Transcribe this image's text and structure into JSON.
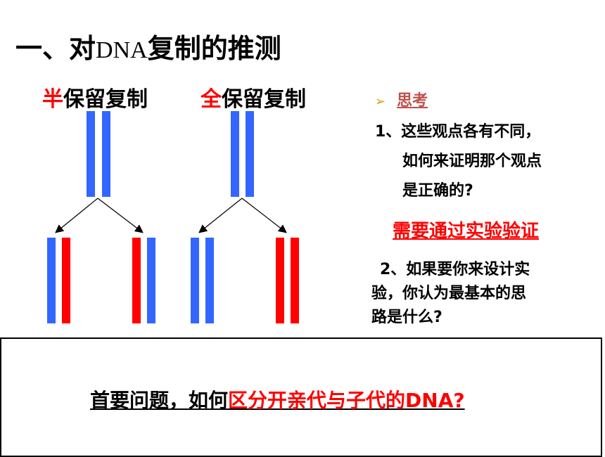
{
  "title": {
    "main": "一、对",
    "dna": "DNA",
    "rest": "复制的推测"
  },
  "models": {
    "semi": {
      "highlight": "半",
      "rest": "保留复制"
    },
    "full": {
      "highlight": "全",
      "rest": "保留复制"
    }
  },
  "think": {
    "marker": "➢",
    "heading": "思考",
    "q1_line1": "1、这些观点各有不同，",
    "q1_line2": "如何来证明那个观点",
    "q1_line3": "是正确的?",
    "answer": "需要通过实验验证",
    "q2_line1": "2、如果要你来设计实",
    "q2_line2": "验，你认为最基本的思",
    "q2_line3": "路是什么?"
  },
  "box": {
    "prefix": "首要问题，如何",
    "highlight": "区分开亲代与子代的DNA?"
  },
  "colors": {
    "parent": "#3366ff",
    "new": "#ff0000"
  }
}
